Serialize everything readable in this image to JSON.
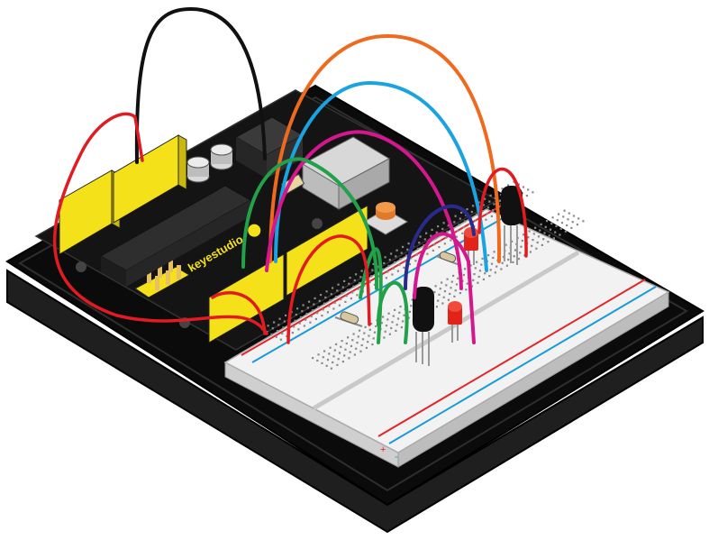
{
  "board": {
    "logo_text": "keyestudio"
  },
  "breadboard": {
    "rail_plus": "+",
    "rail_minus": "-"
  },
  "colors": {
    "base": "#0b0b0b",
    "base_edge": "#2a2a2a",
    "header": "#f5e11a",
    "breadboard": "#f2f2f2",
    "rail_red": "#e0262b",
    "rail_blue": "#1a9bd7",
    "wire_black": "#111111",
    "wire_red": "#e01b22",
    "wire_orange": "#ef6a1f",
    "wire_blue": "#1aa3e0",
    "wire_magenta": "#d4178c",
    "wire_green": "#22a14a",
    "wire_navy": "#2a2a8a"
  },
  "components": [
    {
      "name": "button-cap",
      "color": "#e07a2a"
    },
    {
      "name": "led-top",
      "color": "#e2231a"
    },
    {
      "name": "led-bottom",
      "color": "#e2231a"
    },
    {
      "name": "transistor-top",
      "color": "#111111"
    },
    {
      "name": "transistor-bottom",
      "color": "#111111"
    }
  ]
}
